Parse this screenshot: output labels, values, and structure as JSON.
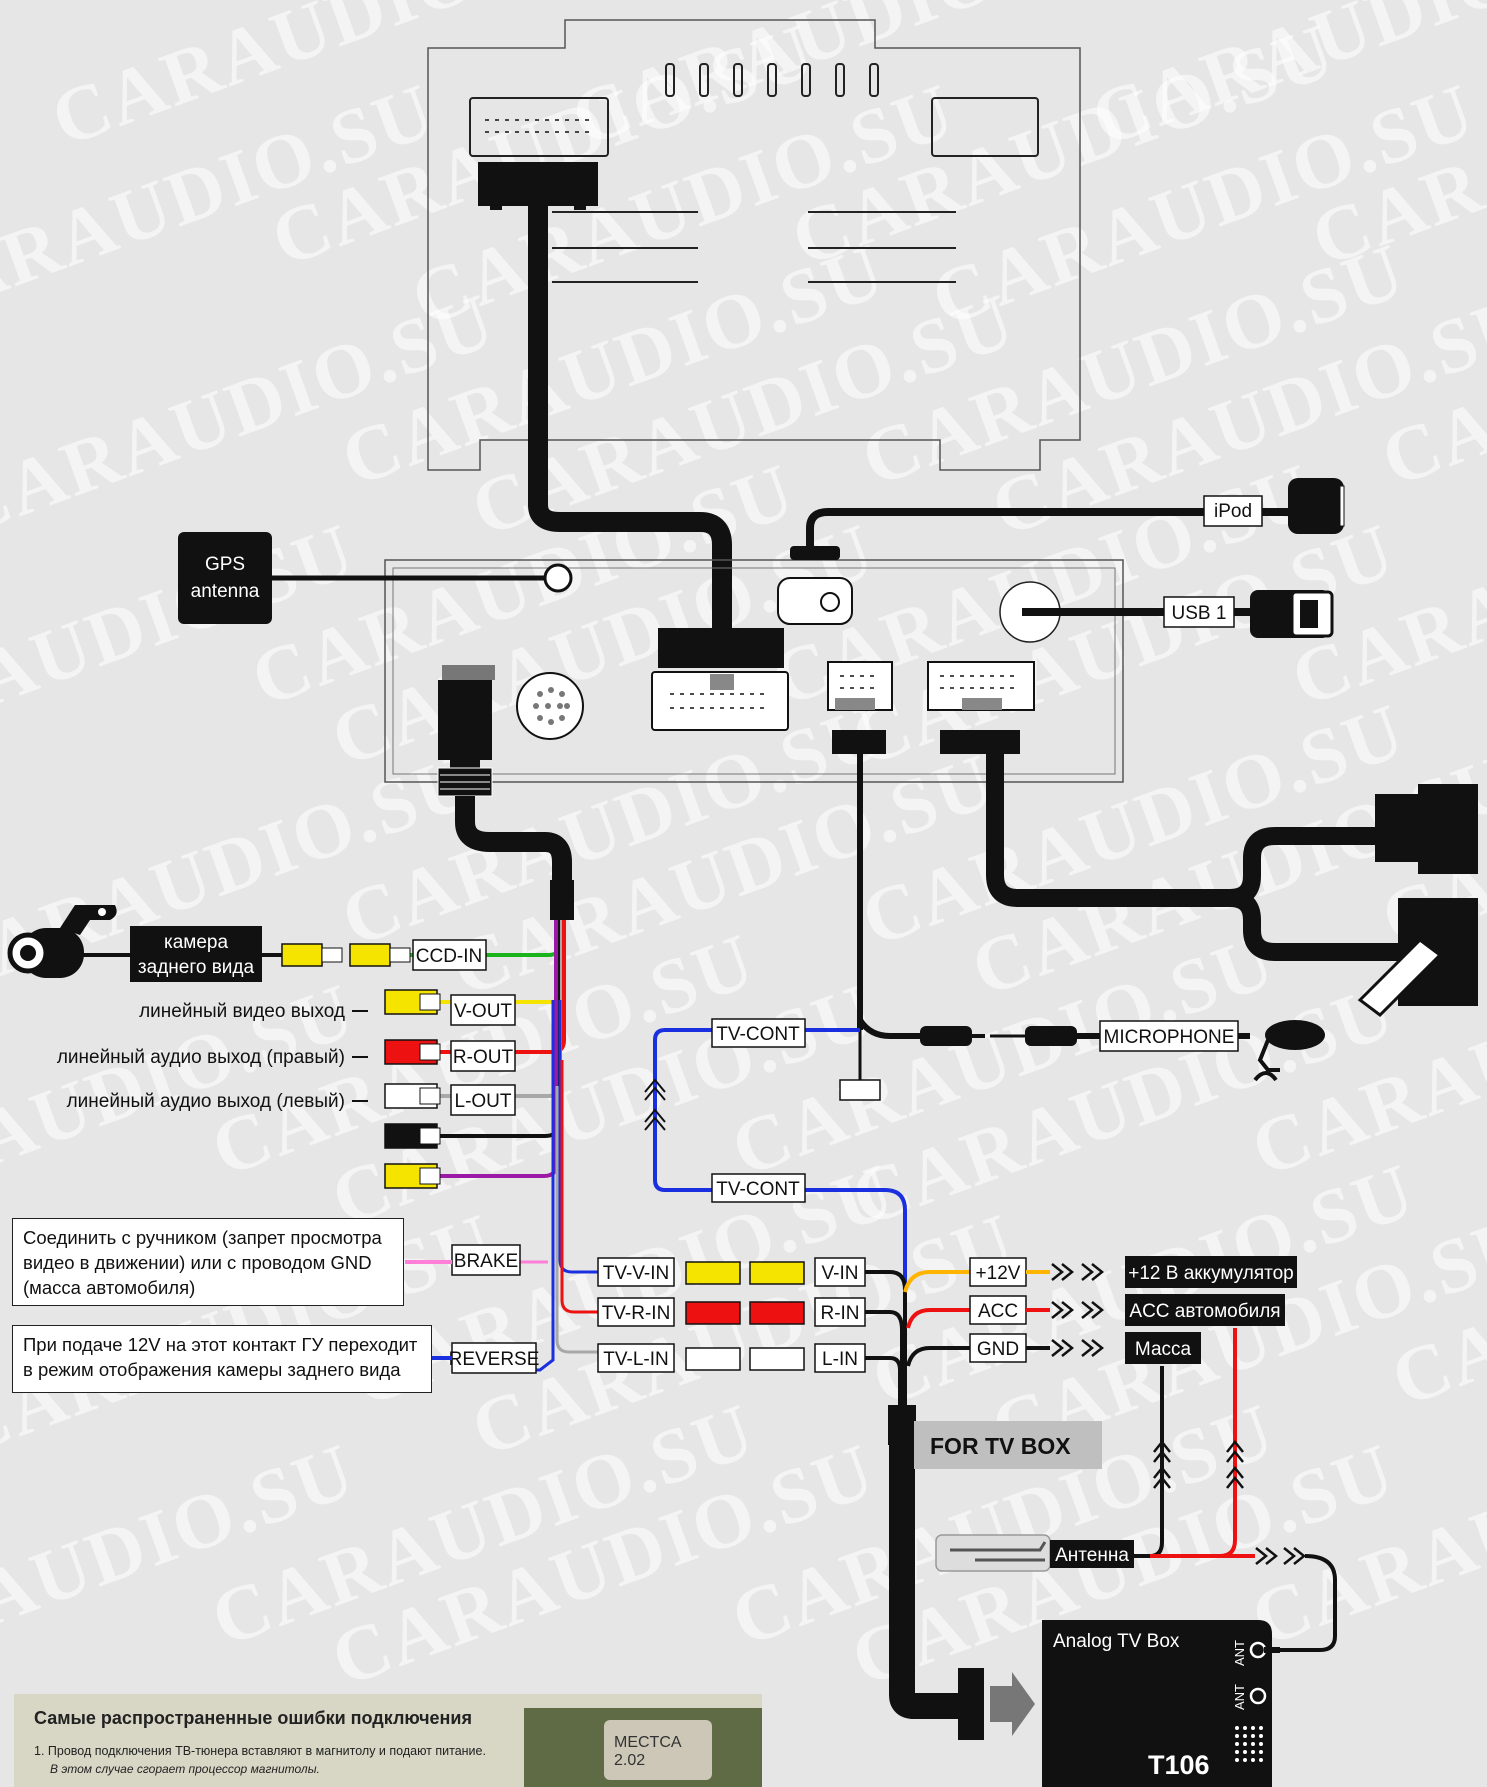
{
  "watermark": "CARAUDIO.SU",
  "colors": {
    "background": "#e6e6e6",
    "cable": "#111111",
    "wire_green": "#19b31c",
    "wire_yellow": "#f5e400",
    "wire_red": "#ee1111",
    "wire_gray": "#a8a8a8",
    "wire_purple": "#9a1aa6",
    "wire_blue": "#1a2fe0",
    "wire_pink": "#ff7fd8",
    "wire_orange": "#ffb400"
  },
  "labels": {
    "gps": [
      "GPS",
      "antenna"
    ],
    "ipod": "iPod",
    "usb": "USB 1",
    "camera": [
      "камера",
      "заднего вида"
    ],
    "ccd_in": "CCD-IN",
    "v_out": "V-OUT",
    "r_out": "R-OUT",
    "l_out": "L-OUT",
    "line_video_out": "линейный видео выход",
    "line_audio_out_right": "линейный аудио выход (правый)",
    "line_audio_out_left": "линейный аудио выход (левый)",
    "tv_cont_1": "TV-CONT",
    "tv_cont_2": "TV-CONT",
    "microphone": "MICROPHONE",
    "brake": "BRAKE",
    "reverse": "REVERSE",
    "tv_v_in": "TV-V-IN",
    "tv_r_in": "TV-R-IN",
    "tv_l_in": "TV-L-IN",
    "v_in": "V-IN",
    "r_in": "R-IN",
    "l_in": "L-IN",
    "plus12v": "+12V",
    "acc": "ACC",
    "gnd": "GND",
    "battery": "+12 В аккумулятор",
    "acc_car": "ACC автомобиля",
    "ground": "Масса",
    "for_tv_box": "FOR TV BOX",
    "antenna": "Антенна",
    "tv_box": "Analog TV Box",
    "tv_box_model": "T106",
    "ant": "ANT"
  },
  "notes": {
    "brake_note": "Соединить с ручником (запрет просмотра видео в движении) или с проводом GND (масса автомобиля)",
    "reverse_note": "При подаче 12V на этот контакт ГУ переходит в режим отображения камеры заднего вида"
  },
  "errors": {
    "title": "Самые распространенные ошибки подключения",
    "item1": "1. Провод подключения ТВ-тюнера вставляют в магнитолу и подают питание.",
    "item1_note": "В этом случае сгорает процессор магнитолы.",
    "chip_text": "MECTCA 2.02"
  }
}
